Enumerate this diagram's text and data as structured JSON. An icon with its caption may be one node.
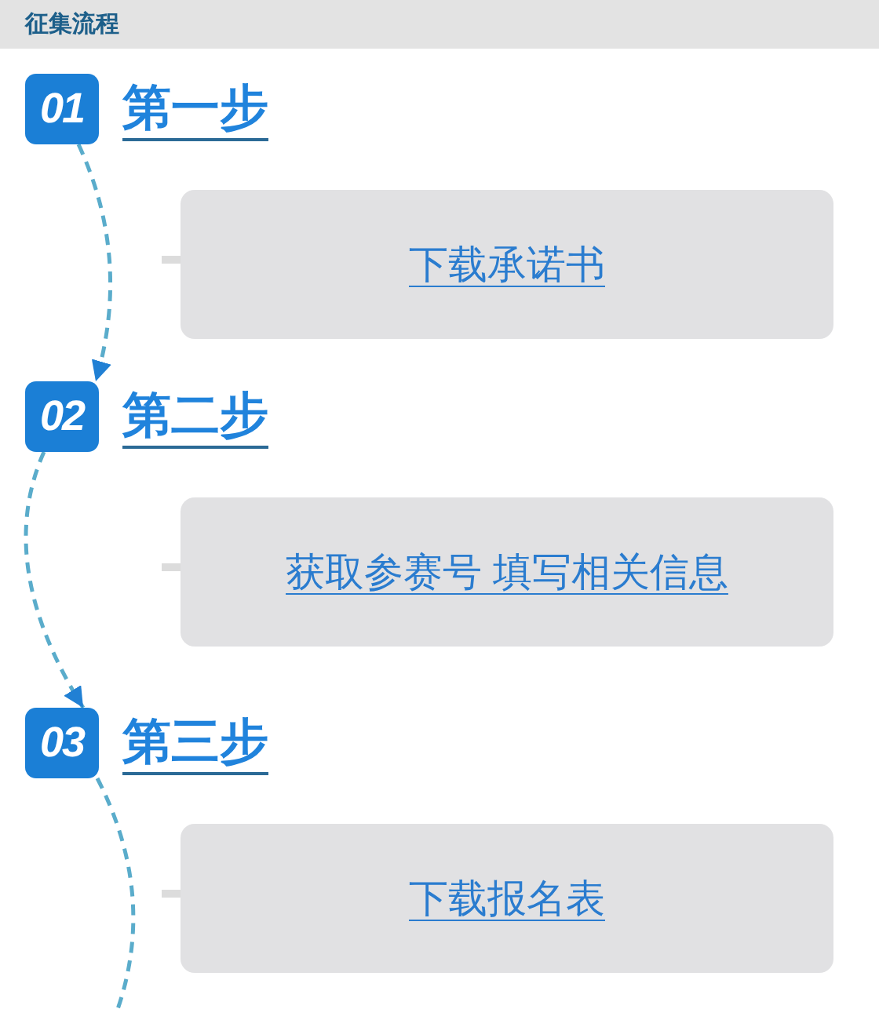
{
  "diagram": {
    "title": "征集流程",
    "nodes": [
      {
        "text": [
          "01",
          "第一步"
        ]
      },
      {
        "text": [
          "下载承诺书"
        ]
      },
      {
        "text": [
          "02",
          "第二步"
        ]
      },
      {
        "text": [
          "获取参赛号 填写相关信息"
        ]
      },
      {
        "text": [
          "03",
          "第三步"
        ]
      },
      {
        "text": [
          "下载报名表"
        ]
      }
    ],
    "edges": [
      {
        "from": 0,
        "to": 2,
        "arrow": "to",
        "style": "dashed"
      },
      {
        "from": 2,
        "to": 4,
        "arrow": "to",
        "style": "dashed"
      },
      {
        "from": 4,
        "to": null,
        "arrow": "none",
        "style": "dashed"
      }
    ]
  }
}
